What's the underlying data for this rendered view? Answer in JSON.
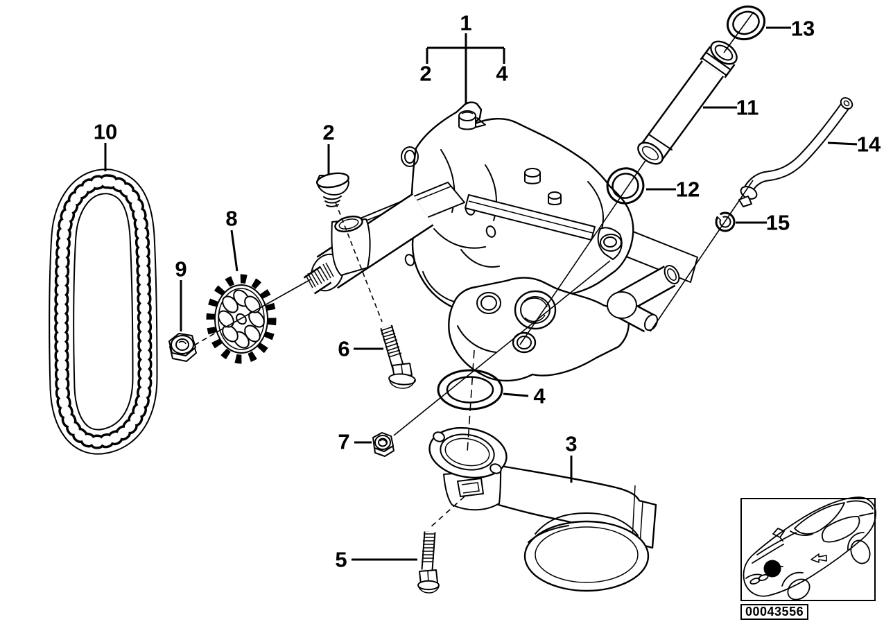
{
  "diagram": {
    "callouts": {
      "assembly": "1",
      "assembly_child_left": "2",
      "assembly_child_right": "4",
      "plug": "2",
      "chain": "10",
      "sprocket": "8",
      "sprocket_nut": "9",
      "bolt_upper": "6",
      "stud_nut": "7",
      "oring_outlet": "4",
      "intake_pipe": "3",
      "bolt_lower": "5",
      "guide_tube": "11",
      "oring_guide_tube": "12",
      "oring_cap": "13",
      "return_pipe": "14",
      "seal_ring": "15"
    },
    "footer": {
      "image_code": "00043556"
    }
  }
}
